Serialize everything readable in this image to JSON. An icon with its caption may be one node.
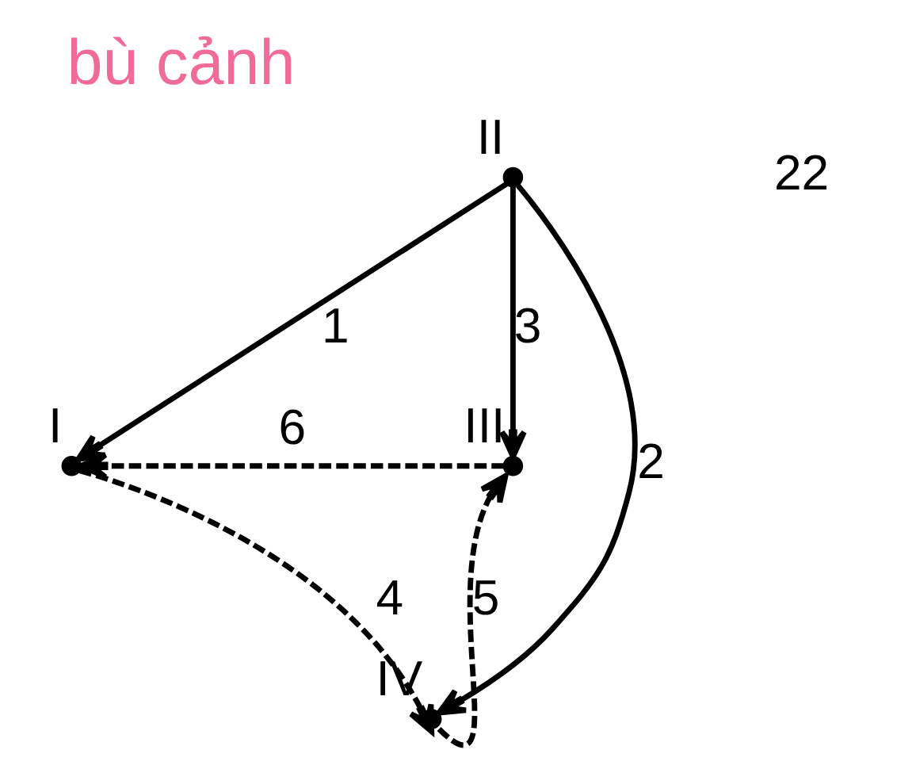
{
  "diagram": {
    "title": "bù cảnh",
    "nodes": [
      {
        "text": [],
        "shape": "circle",
        "beside": [
          "I"
        ]
      },
      {
        "text": [],
        "shape": "circle",
        "beside": [
          "II"
        ]
      },
      {
        "text": [],
        "shape": "circle",
        "beside": [
          "III"
        ]
      },
      {
        "text": [],
        "shape": "circle",
        "beside": [
          "IV"
        ]
      }
    ],
    "edges": [
      {
        "from": 1,
        "to": 0,
        "arrow": "to",
        "label": "1"
      },
      {
        "from": 1,
        "to": 3,
        "arrow": "to",
        "label": "2"
      },
      {
        "from": 1,
        "to": 2,
        "arrow": "to",
        "label": "3"
      },
      {
        "from": 0,
        "to": 3,
        "arrow": "to",
        "label": "4",
        "style": "dashed"
      },
      {
        "from": 3,
        "to": 2,
        "arrow": "to",
        "label": "5",
        "style": "dashed"
      },
      {
        "from": 2,
        "to": 0,
        "arrow": "to",
        "label": "6",
        "style": "dashed"
      }
    ],
    "labels": [
      "22"
    ]
  }
}
